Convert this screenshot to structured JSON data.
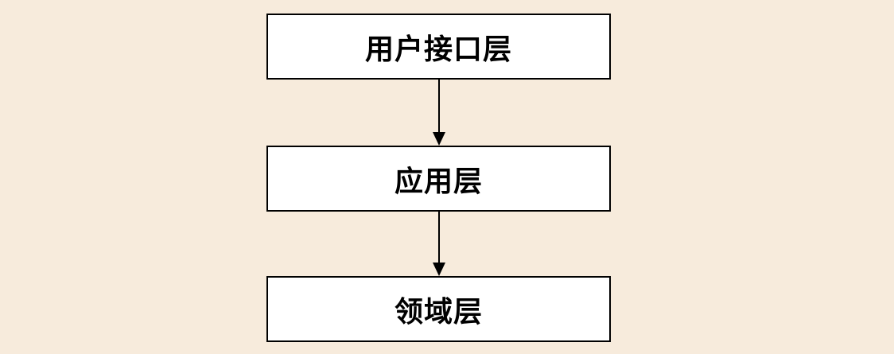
{
  "diagram": {
    "title": "ddd-layered-architecture",
    "background_color": "#f7ebdc",
    "node_fill_color": "#ffffff",
    "node_border_color": "#000000",
    "text_color": "#000000",
    "nodes": [
      {
        "id": "ui-layer",
        "label": "用户接口层"
      },
      {
        "id": "application-layer",
        "label": "应用层"
      },
      {
        "id": "domain-layer",
        "label": "领域层"
      }
    ],
    "edges": [
      {
        "from": "ui-layer",
        "to": "application-layer",
        "style": "solid-arrow-down"
      },
      {
        "from": "application-layer",
        "to": "domain-layer",
        "style": "solid-arrow-down"
      }
    ]
  }
}
